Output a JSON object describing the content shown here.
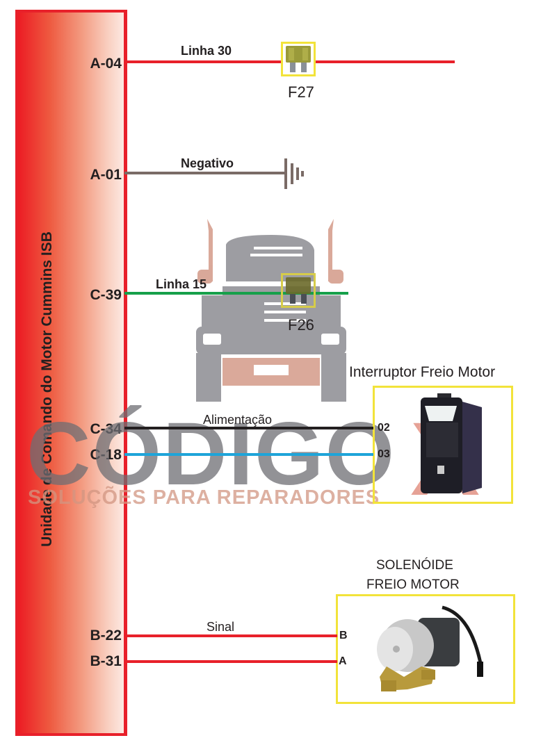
{
  "ecu": {
    "title": "Unidade de Comando do Motor Cummins ISB",
    "color": "#e8202a"
  },
  "pins": [
    {
      "id": "A-04",
      "wire_label": "Linha 30",
      "wire_color": "#e8202a"
    },
    {
      "id": "A-01",
      "wire_label": "Negativo",
      "wire_color": "#7a6b66"
    },
    {
      "id": "C-39",
      "wire_label": "Linha 15",
      "wire_color": "#16a04a"
    },
    {
      "id": "C-34",
      "wire_label": "Alimentação",
      "wire_color": "#231f20"
    },
    {
      "id": "C-18",
      "wire_label": "",
      "wire_color": "#1ea4d9"
    },
    {
      "id": "B-22",
      "wire_label": "Sinal",
      "wire_color": "#e8202a"
    },
    {
      "id": "B-31",
      "wire_label": "",
      "wire_color": "#e8202a"
    }
  ],
  "fuses": [
    {
      "id": "F27",
      "on_pin": "A-04"
    },
    {
      "id": "F26",
      "on_pin": "C-39"
    }
  ],
  "ground": {
    "symbol": "ground-icon",
    "on_pin": "A-01"
  },
  "switch": {
    "title": "Interruptor Freio Motor",
    "terminals": [
      {
        "label": "02",
        "from_pin": "C-34"
      },
      {
        "label": "03",
        "from_pin": "C-18"
      }
    ]
  },
  "solenoid": {
    "title_line1": "SOLENÓIDE",
    "title_line2": "FREIO MOTOR",
    "terminals": [
      {
        "label": "B",
        "from_pin": "B-22"
      },
      {
        "label": "A",
        "from_pin": "B-31"
      }
    ]
  },
  "watermark": {
    "brand": "CÓDIGO",
    "mark": "X",
    "tagline": "SOLUÇÕES PARA REPARADORES"
  }
}
